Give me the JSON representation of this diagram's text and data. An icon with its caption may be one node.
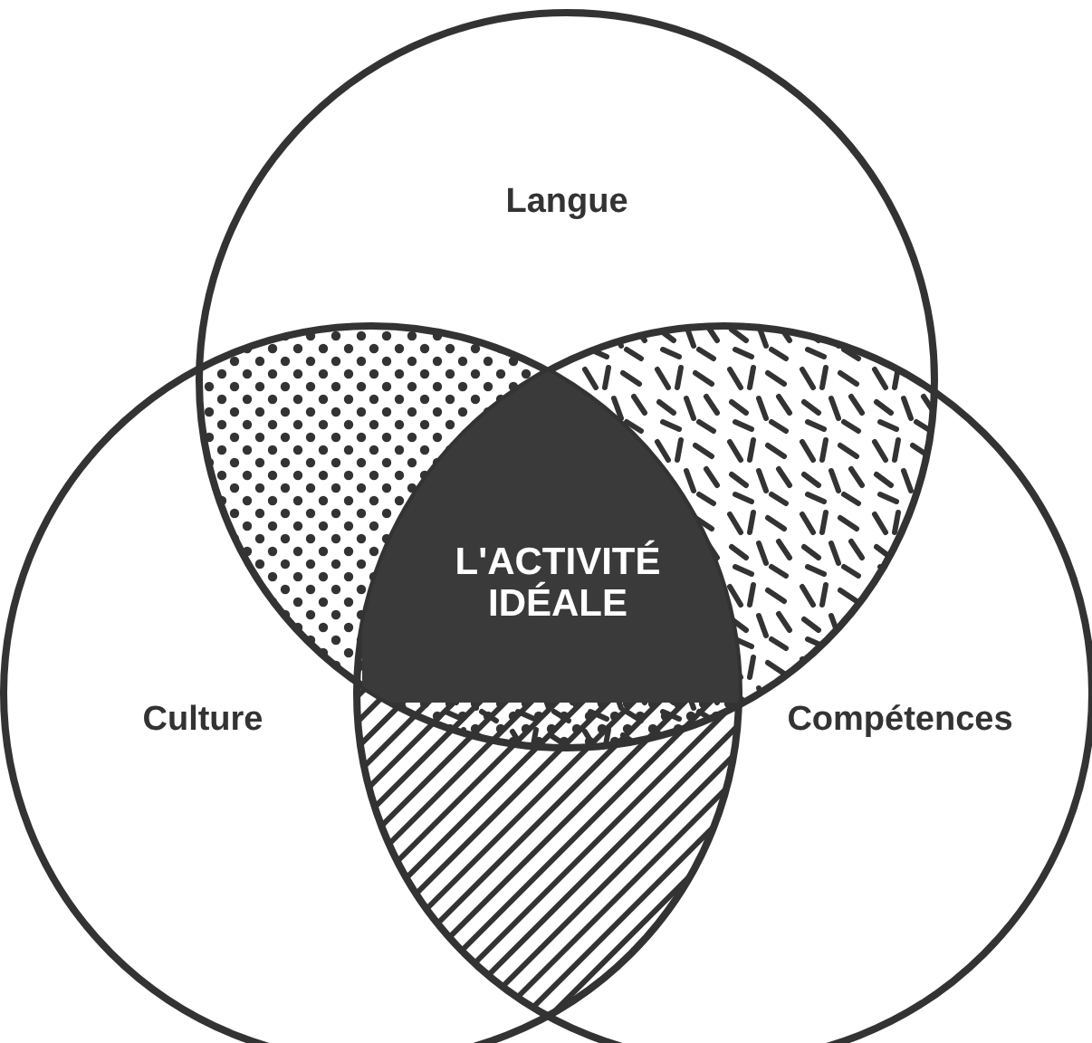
{
  "diagram": {
    "nodes": [
      {
        "text": [
          "Langue"
        ]
      },
      {
        "text": [
          "Culture"
        ]
      },
      {
        "text": [
          "Compétences"
        ]
      },
      {
        "text": [
          "L'ACTIVITÉ IDÉALE"
        ]
      }
    ]
  }
}
